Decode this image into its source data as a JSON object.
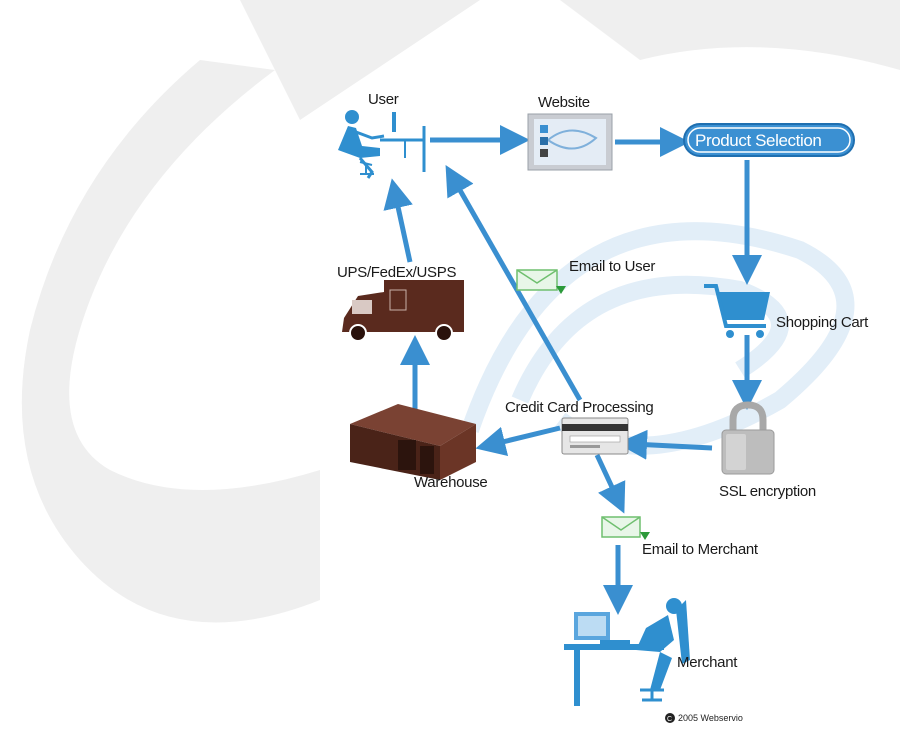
{
  "nodes": {
    "user": "User",
    "website": "Website",
    "product_selection": "Product Selection",
    "shopping_cart": "Shopping Cart",
    "ssl_encryption": "SSL encryption",
    "credit_card_processing": "Credit Card Processing",
    "email_to_user": "Email to User",
    "email_to_merchant": "Email to Merchant",
    "shipping": "UPS/FedEx/USPS",
    "warehouse": "Warehouse",
    "merchant": "Merchant"
  },
  "copyright": "2005 Webservio",
  "colors": {
    "arrow": "#3a8fd0",
    "icon_blue": "#2f8fcf",
    "truck": "#5a2a1e",
    "warehouse": "#4a2318",
    "pill": "#3b90d2",
    "watermark": "#eeeeee"
  }
}
